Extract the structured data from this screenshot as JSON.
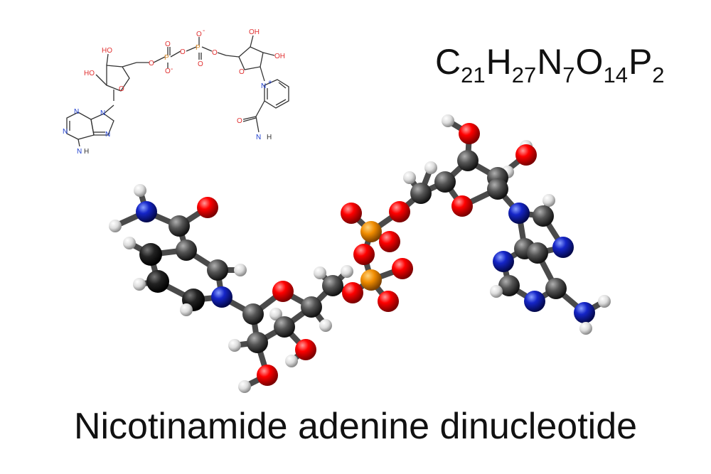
{
  "formula": {
    "parts": [
      {
        "sym": "C",
        "n": "21"
      },
      {
        "sym": "H",
        "n": "27"
      },
      {
        "sym": "N",
        "n": "7"
      },
      {
        "sym": "O",
        "n": "14"
      },
      {
        "sym": "P",
        "n": "2"
      }
    ]
  },
  "caption": "Nicotinamide adenine dinucleotide",
  "structure_labels": {
    "ribose_left_oh_top": "HO",
    "ribose_left_oh_mid": "HO",
    "ribose_left_ring_o": "O",
    "ribose_left_o5": "O",
    "phosphate_1": "P",
    "phosphate_2": "P",
    "bridge_o_1": "O",
    "bridge_o_2": "O",
    "bridge_o_3": "O",
    "p1_o_up": "O",
    "p1_o_down": "O",
    "p2_o_up": "O",
    "p2_o_down": "O",
    "p1_charge": "-",
    "p2_charge": "-",
    "ribose_right_oh_top": "OH",
    "ribose_right_oh_mid": "OH",
    "ribose_right_ring_o": "O",
    "pyridinium_n": "N",
    "pyridinium_charge": "+",
    "amide_o": "O",
    "amide_n": "N",
    "amide_h": "H",
    "adenine_n9": "N",
    "adenine_n7": "N",
    "adenine_n1": "N",
    "adenine_n3": "N",
    "adenine_nh2_n": "N",
    "adenine_nh2_h": "H",
    "adenine_h": "H"
  },
  "colors": {
    "carbon": "#3a3a3a",
    "hydrogen": "#e8e8e8",
    "oxygen": "#e00000",
    "nitrogen": "#1020c0",
    "phosphorus": "#f08c00",
    "struct_oxygen": "#e03030",
    "struct_nitrogen": "#2040d0",
    "struct_phosphorus": "#d08020",
    "struct_bond": "#333333"
  }
}
